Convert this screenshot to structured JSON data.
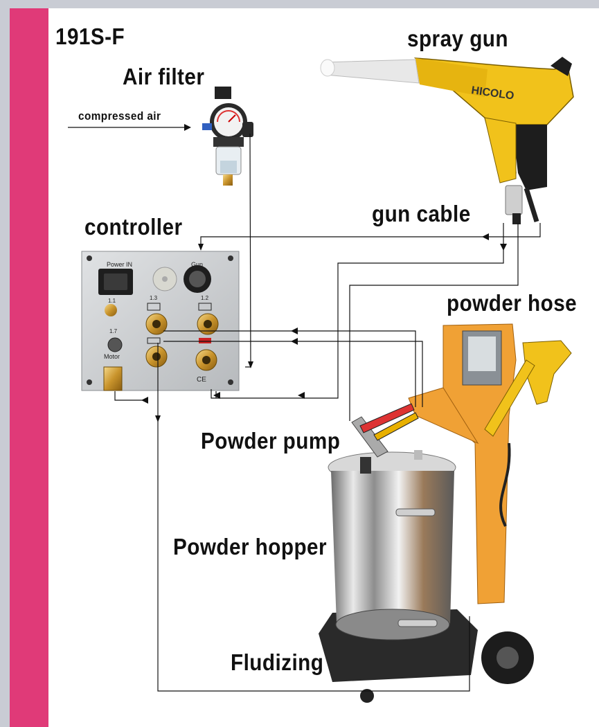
{
  "title": "191S-F",
  "labels": {
    "air_filter": "Air filter",
    "compressed_air": "compressed air",
    "spray_gun": "spray gun",
    "gun_cable": "gun cable",
    "controller": "controller",
    "powder_hose": "powder hose",
    "powder_pump": "Powder pump",
    "powder_hopper": "Powder hopper",
    "fluidizing": "Fludizing"
  },
  "controller_panel": {
    "power_in": "Power IN",
    "gun": "Gun",
    "port_1_1": "1.1",
    "port_1_3": "1.3",
    "port_1_2": "1.2",
    "port_1_7": "1.7",
    "motor": "Motor",
    "ce_mark": "CE"
  },
  "gun_brand": "HICOLO",
  "colors": {
    "side_bar": "#e03a78",
    "background": "#c9ccd4",
    "gun_yellow": "#f1c21b",
    "cart_orange": "#f0a135",
    "panel_gray": "#c8cacd",
    "line": "#111111"
  }
}
